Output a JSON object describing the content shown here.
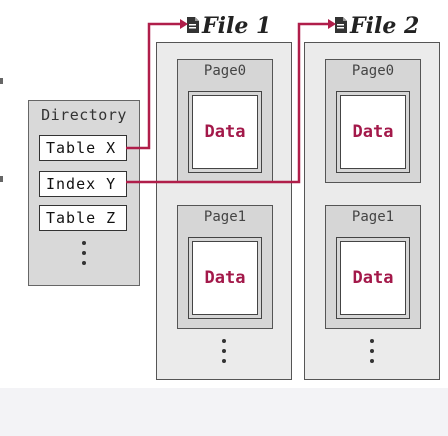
{
  "directory": {
    "title": "Directory",
    "entries": [
      "Table X",
      "Index Y",
      "Table Z"
    ]
  },
  "files": [
    {
      "title": "File 1",
      "icon": "file-icon",
      "pages": [
        {
          "label": "Page0",
          "data": "Data"
        },
        {
          "label": "Page1",
          "data": "Data"
        }
      ]
    },
    {
      "title": "File 2",
      "icon": "file-icon",
      "pages": [
        {
          "label": "Page0",
          "data": "Data"
        },
        {
          "label": "Page1",
          "data": "Data"
        }
      ]
    }
  ],
  "colors": {
    "arrow": "#b01e4a",
    "data_text": "#a3194a"
  }
}
